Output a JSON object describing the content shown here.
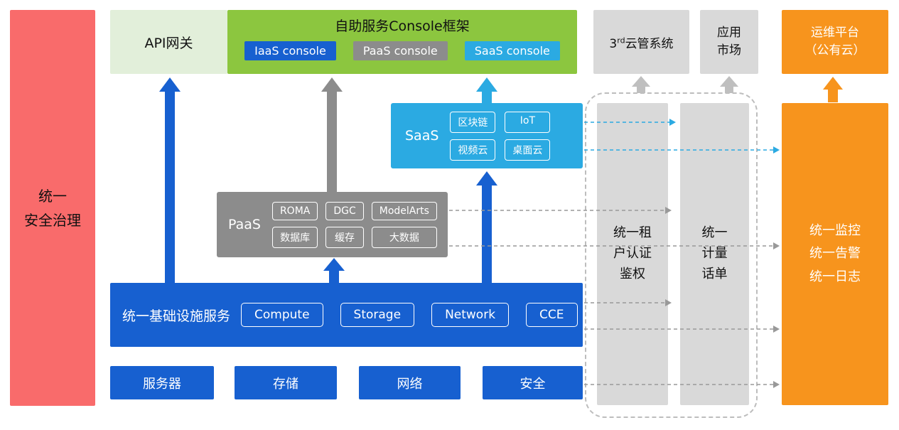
{
  "colors": {
    "red": "#F96B6B",
    "light_green": "#E2EFDA",
    "green": "#8CC63F",
    "blue": "#1760D0",
    "gray": "#8C8C8C",
    "light_gray": "#D9D9D9",
    "cyan": "#2BAAE2",
    "orange": "#F7941D"
  },
  "security_bar": {
    "label": "统一\n安全治理"
  },
  "api_gateway": {
    "label": "API网关"
  },
  "console_framework": {
    "title": "自助服务Console框架",
    "consoles": [
      {
        "label": "IaaS console"
      },
      {
        "label": "PaaS console"
      },
      {
        "label": "SaaS console"
      }
    ]
  },
  "third_party_cloud": {
    "num": "3",
    "sup": "rd",
    "rest": "云管系统"
  },
  "app_market": {
    "label": "应用\n市场"
  },
  "om_platform": {
    "label": "运维平台\n（公有云）"
  },
  "saas": {
    "label": "SaaS",
    "items": [
      "区块链",
      "IoT",
      "视频云",
      "桌面云"
    ]
  },
  "paas": {
    "label": "PaaS",
    "items": [
      "ROMA",
      "DGC",
      "ModelArts",
      "数据库",
      "缓存",
      "大数据"
    ]
  },
  "infrastructure": {
    "label": "统一基础设施服务",
    "items": [
      "Compute",
      "Storage",
      "Network",
      "CCE"
    ]
  },
  "hardware": {
    "items": [
      "服务器",
      "存储",
      "网络",
      "安全"
    ]
  },
  "tenant_auth": {
    "label": "统一租\n户认证\n鉴权"
  },
  "metering": {
    "label": "统一\n计量\n话单"
  },
  "monitoring": {
    "label": "统一监控\n统一告警\n统一日志"
  }
}
